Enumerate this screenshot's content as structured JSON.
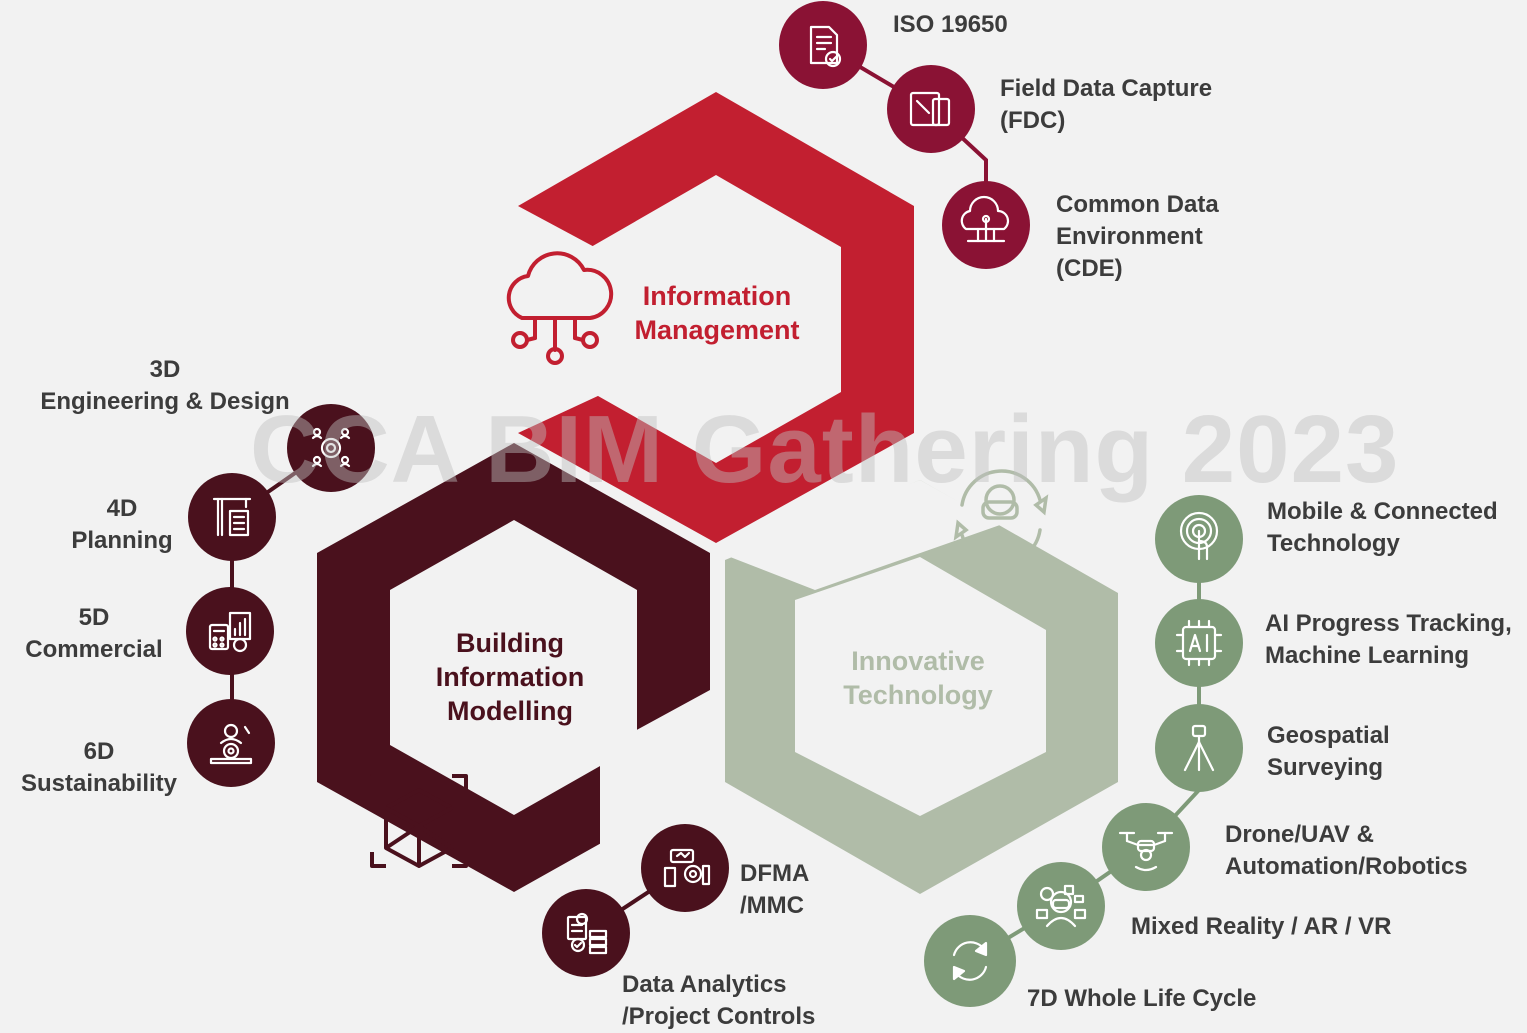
{
  "watermark": "CCA BIM Gathering 2023",
  "colors": {
    "info": "#c21f30",
    "bim": "#4a111d",
    "tech": "#b0bca8",
    "info_node": "#8a1234",
    "bim_node": "#4a111d",
    "tech_node": "#7e9a78",
    "background": "#f2f2f2"
  },
  "hexagons": {
    "info": {
      "title": "Information\nManagement",
      "icon": "cloud-network-icon"
    },
    "bim": {
      "title": "Building\nInformation\nModelling",
      "icon": "3d-cube-icon"
    },
    "tech": {
      "title": "Innovative\nTechnology",
      "icon": "vr-headset-rotate-icon"
    }
  },
  "info_nodes": [
    {
      "label": "ISO 19650",
      "icon": "document-check-icon"
    },
    {
      "label": "Field Data Capture\n(FDC)",
      "icon": "tablet-phone-icon"
    },
    {
      "label": "Common Data\nEnvironment\n(CDE)",
      "icon": "cloud-data-icon"
    }
  ],
  "bim_nodes": [
    {
      "label": "3D\nEngineering & Design",
      "icon": "people-gear-icon"
    },
    {
      "label": "4D\nPlanning",
      "icon": "crane-building-icon"
    },
    {
      "label": "5D\nCommercial",
      "icon": "calculator-chart-icon"
    },
    {
      "label": "6D\nSustainability",
      "icon": "engineer-gear-icon"
    },
    {
      "label": "DFMA\n/MMC",
      "icon": "factory-process-icon"
    },
    {
      "label": "Data Analytics\n/Project Controls",
      "icon": "data-analytics-icon"
    }
  ],
  "tech_nodes": [
    {
      "label": "Mobile & Connected\nTechnology",
      "icon": "touch-signal-icon"
    },
    {
      "label": "AI Progress Tracking,\nMachine Learning",
      "icon": "ai-chip-icon"
    },
    {
      "label": "Geospatial\nSurveying",
      "icon": "tripod-survey-icon"
    },
    {
      "label": "Drone/UAV &\nAutomation/Robotics",
      "icon": "drone-icon"
    },
    {
      "label": "Mixed Reality / AR / VR",
      "icon": "vr-person-icon"
    },
    {
      "label": "7D Whole Life Cycle",
      "icon": "cycle-arrows-icon"
    }
  ]
}
